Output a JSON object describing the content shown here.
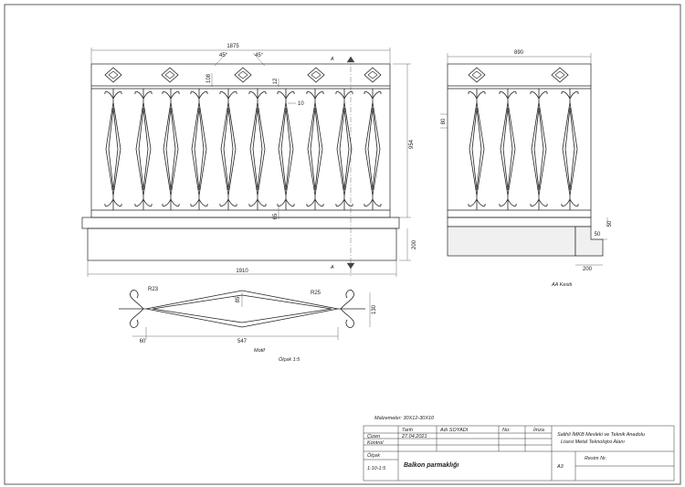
{
  "drawing": {
    "front_view": {
      "dim_top_width": "1875",
      "dim_bottom_width": "1910",
      "dim_height": "954",
      "dim_post_width": "108",
      "dim_rail_gap": "12",
      "dim_bar_offset": "10",
      "dim_bottom_rail": "65",
      "dim_base_height": "200",
      "angle_left": "45°",
      "angle_right": "45°",
      "section_mark_top": "A",
      "section_mark_bottom": "A"
    },
    "side_view": {
      "dim_width": "890",
      "dim_side_offset": "80",
      "dim_floor_50a": "50",
      "dim_floor_50b": "50",
      "dim_floor_200": "200",
      "section_label": "AA Kesiti"
    },
    "motif_detail": {
      "radius_left": "R23",
      "radius_right": "R25",
      "dim_center": "85",
      "dim_height": "130",
      "dim_left": "60",
      "dim_length": "547",
      "title": "Motif",
      "scale": "Ölçek 1:5"
    },
    "materials": "Malzemeler: 30X12-30X10"
  },
  "title_block": {
    "col_tarih": "Tarih",
    "col_adi": "Adı SOYADI",
    "col_no": "No:",
    "col_imza": "İmza",
    "row_cizen": "Çizen",
    "row_cizen_date": "27.04.2021",
    "row_kontrol": "Kontrol",
    "row_olcek": "Ölçek",
    "scale_value": "1:10-1:5",
    "school_line1": "Salihli İMKB Mesleki ve Teknik Anadolu",
    "school_line2": "Lisesi Metal Teknolojisi Alanı",
    "drawing_title": "Balkon parmaklığı",
    "sheet_size": "A3",
    "resim_nr": "Resim Nr."
  }
}
